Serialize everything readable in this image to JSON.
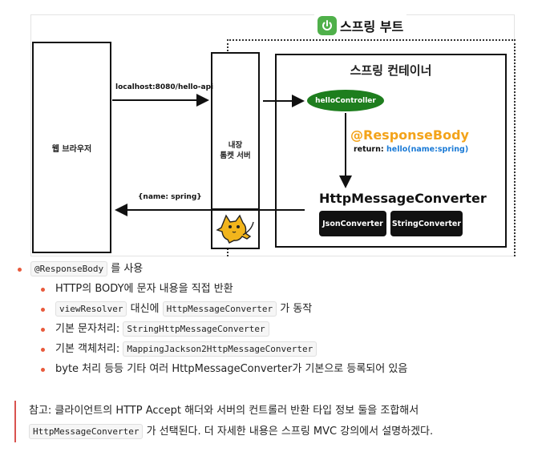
{
  "diagram": {
    "boot_title": "스프링 부트",
    "browser_label": "웹 브라우저",
    "tomcat_label_line1": "내장",
    "tomcat_label_line2": "톰켓 서버",
    "container_title": "스프링 컨테이너",
    "controller_label": "helloController",
    "response_body": "@ResponseBody",
    "return_prefix": "return: ",
    "return_value": "hello(name:spring)",
    "converter_title": "HttpMessageConverter",
    "json_converter": "JsonConverter",
    "string_converter": "StringConverter",
    "request_url": "localhost:8080/hello-api",
    "response_json": "{name: spring}"
  },
  "bullets": [
    {
      "level": 1,
      "code": "@ResponseBody",
      "text": " 를 사용"
    },
    {
      "level": 2,
      "text": "HTTP의 BODY에 문자 내용을 직접 반환"
    },
    {
      "level": 2,
      "code": "viewResolver",
      "text": " 대신에 ",
      "code2": "HttpMessageConverter",
      "text2": " 가 동작"
    },
    {
      "level": 2,
      "text": "기본 문자처리: ",
      "code": "StringHttpMessageConverter"
    },
    {
      "level": 2,
      "text": "기본 객체처리: ",
      "code": "MappingJackson2HttpMessageConverter"
    },
    {
      "level": 2,
      "text": "byte 처리 등등 기타 여러 HttpMessageConverter가 기본으로 등록되어 있음"
    }
  ],
  "note": {
    "line1": "참고: 클라이언트의 HTTP Accept 해더와 서버의 컨트롤러 반환 타입 정보 둘을 조합해서",
    "code": "HttpMessageConverter",
    "line2": " 가 선택된다. 더 자세한 내용은 스프링 MVC 강의에서 설명하겠다."
  },
  "colors": {
    "spring_green": "#4fb04a",
    "controller_green": "#1e7e1e",
    "response_body_orange": "#f3a31a",
    "return_blue": "#1a7ad6",
    "bullet_red": "#e85a3c"
  },
  "icons": [
    "power-icon",
    "tomcat-cat-icon"
  ]
}
